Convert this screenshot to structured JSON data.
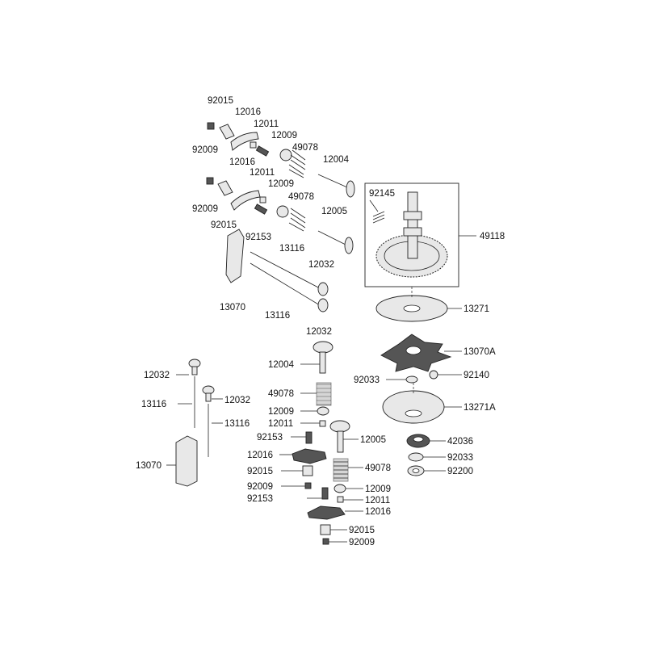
{
  "labels": {
    "l01": "92015",
    "l02": "12016",
    "l03": "12011",
    "l04": "12009",
    "l05": "92009",
    "l06": "49078",
    "l07": "12004",
    "l08": "12016",
    "l09": "12011",
    "l10": "12009",
    "l11": "92009",
    "l12": "49078",
    "l13": "92015",
    "l14": "12005",
    "l15": "92153",
    "l16": "13116",
    "l17": "12032",
    "l18": "13070",
    "l19": "13116",
    "l20": "12032",
    "l21": "92145",
    "l22": "49118",
    "l23": "13271",
    "l24": "13070A",
    "l25": "92033",
    "l26": "92140",
    "l27": "13271A",
    "l28": "42036",
    "l29": "92033",
    "l30": "92200",
    "l31": "12004",
    "l32": "49078",
    "l33": "12009",
    "l34": "12011",
    "l35": "92153",
    "l36": "12005",
    "l37": "12016",
    "l38": "49078",
    "l39": "92015",
    "l40": "92009",
    "l41": "12009",
    "l42": "92153",
    "l43": "12011",
    "l44": "12016",
    "l45": "92015",
    "l46": "92009",
    "l47": "12032",
    "l48": "12032",
    "l49": "13116",
    "l50": "13116",
    "l51": "13070"
  }
}
